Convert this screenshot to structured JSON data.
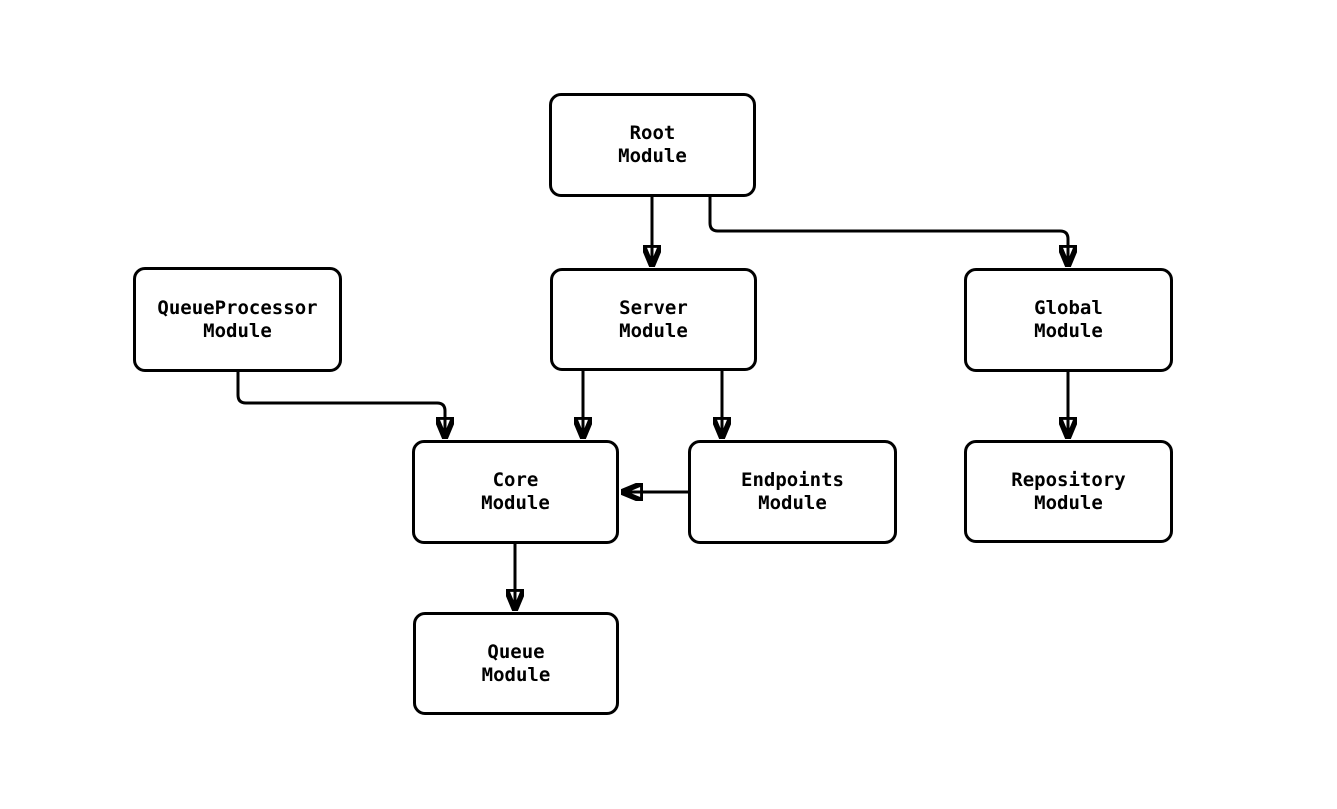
{
  "diagram": {
    "type": "flowchart",
    "background_color": "#ffffff",
    "node_fill_color": "#ffffff",
    "node_border_color": "#000000",
    "edge_color": "#000000",
    "text_color": "#000000",
    "nodes": [
      {
        "id": "root",
        "label": "Root\nModule"
      },
      {
        "id": "queueprocessor",
        "label": "QueueProcessor\nModule"
      },
      {
        "id": "server",
        "label": "Server\nModule"
      },
      {
        "id": "global",
        "label": "Global\nModule"
      },
      {
        "id": "core",
        "label": "Core\nModule"
      },
      {
        "id": "endpoints",
        "label": "Endpoints\nModule"
      },
      {
        "id": "repository",
        "label": "Repository\nModule"
      },
      {
        "id": "queue",
        "label": "Queue\nModule"
      }
    ],
    "edges": [
      {
        "from": "Root Module",
        "to": "Server Module"
      },
      {
        "from": "Root Module",
        "to": "Global Module"
      },
      {
        "from": "QueueProcessor Module",
        "to": "Core Module"
      },
      {
        "from": "Server Module",
        "to": "Core Module"
      },
      {
        "from": "Server Module",
        "to": "Endpoints Module"
      },
      {
        "from": "Endpoints Module",
        "to": "Core Module"
      },
      {
        "from": "Global Module",
        "to": "Repository Module"
      },
      {
        "from": "Core Module",
        "to": "Queue Module"
      }
    ]
  }
}
